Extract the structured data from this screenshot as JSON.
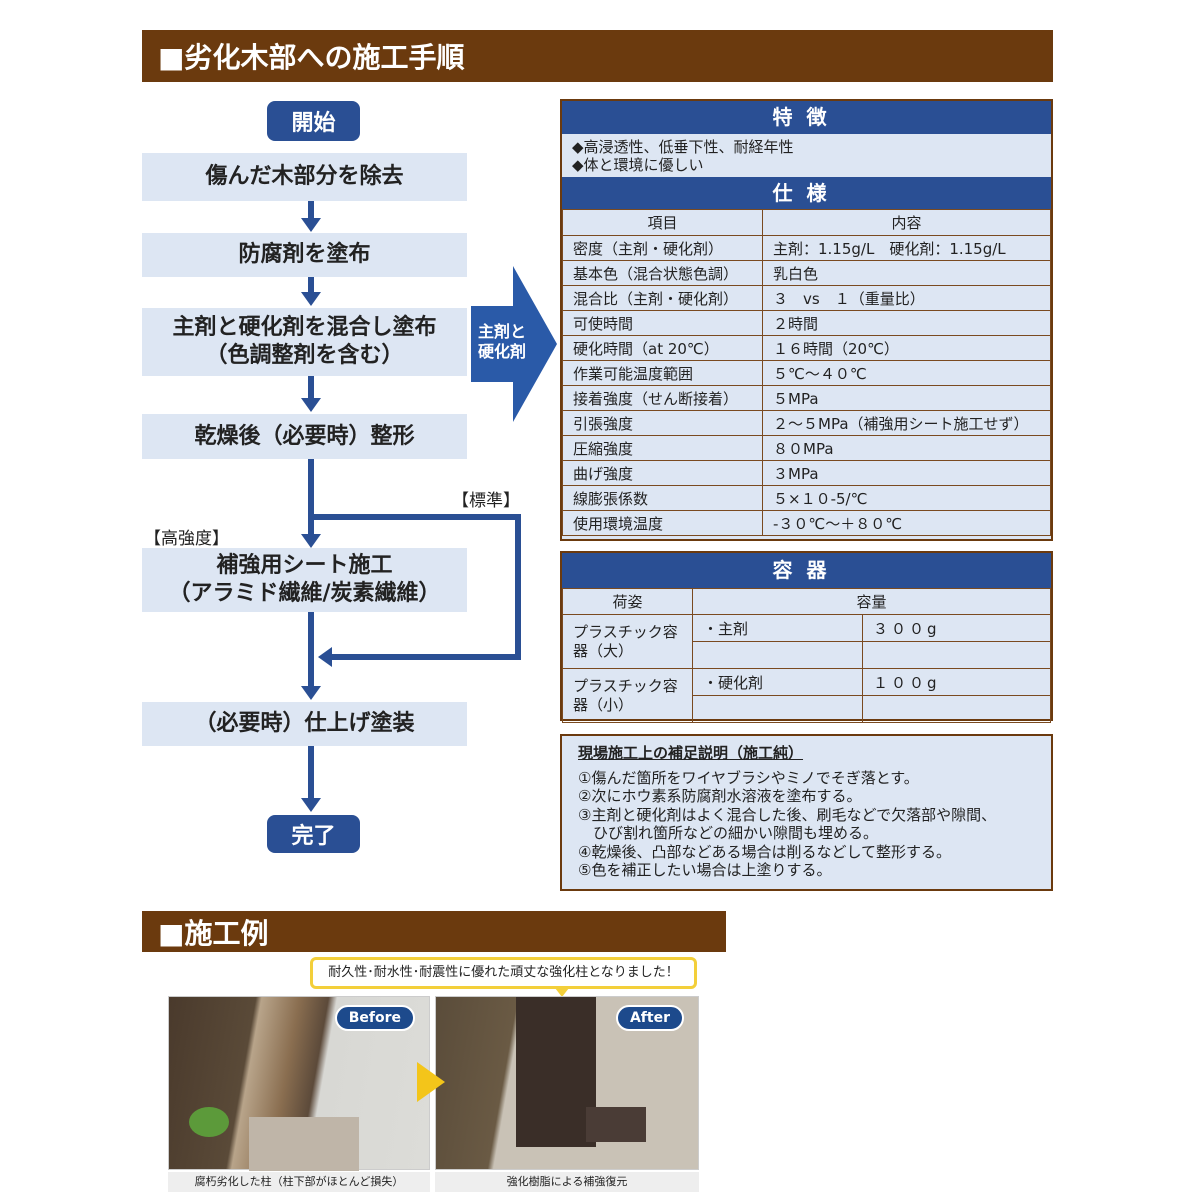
{
  "procedure": {
    "title": "■劣化木部への施工手順",
    "start": "開始",
    "end": "完了",
    "steps": [
      [
        "傷んだ木部分を除去"
      ],
      [
        "防腐剤を塗布"
      ],
      [
        "主剤と硬化剤を混合し塗布",
        "（色調整剤を含む）"
      ],
      [
        "乾燥後（必要時）整形"
      ],
      [
        "補強用シート施工",
        "（アラミド繊維/炭素繊維）"
      ],
      [
        "（必要時）仕上げ塗装"
      ]
    ],
    "label_standard": "【標準】",
    "label_high": "【高強度】",
    "arrow_label": [
      "主剤と",
      "硬化剤"
    ]
  },
  "features": {
    "title": "特徴",
    "items": [
      "◆高浸透性、低垂下性、耐経年性",
      "◆体と環境に優しい"
    ]
  },
  "spec": {
    "title": "仕様",
    "headers": [
      "項目",
      "内容"
    ],
    "rows": [
      [
        "密度（主剤・硬化剤）",
        "主剤：1.15g/L　硬化剤：1.15g/L"
      ],
      [
        "基本色（混合状態色調）",
        "乳白色"
      ],
      [
        "混合比（主剤・硬化剤）",
        "３　vs　１（重量比）"
      ],
      [
        "可使時間",
        "２時間"
      ],
      [
        "硬化時間（at 20℃）",
        "１６時間（20℃）"
      ],
      [
        "作業可能温度範囲",
        "５℃～４０℃"
      ],
      [
        "接着強度（せん断接着）",
        "５MPa"
      ],
      [
        "引張強度",
        "２～５MPa（補強用シート施工せず）"
      ],
      [
        "圧縮強度",
        "８０MPa"
      ],
      [
        "曲げ強度",
        "３MPa"
      ],
      [
        "線膨張係数",
        "５×１０-5/℃"
      ],
      [
        "使用環境温度",
        "-３０℃～＋８０℃"
      ]
    ]
  },
  "container": {
    "title": "容器",
    "headers": [
      "荷姿",
      "容量"
    ],
    "rows": [
      {
        "name": "プラスチック容器（大）",
        "item": "・主剤",
        "amount": "３００g"
      },
      {
        "name": "プラスチック容器（小）",
        "item": "・硬化剤",
        "amount": "１００g"
      }
    ]
  },
  "notes": {
    "title": "現場施工上の補足説明（施工純）",
    "items": [
      "①傷んだ箇所をワイヤブラシやミノでそぎ落とす。",
      "②次にホウ素系防腐剤水溶液を塗布する。",
      "③主剤と硬化剤はよく混合した後、刷毛などで欠落部や隙間、",
      "　ひび割れ箇所などの細かい隙間も埋める。",
      "④乾燥後、凸部などある場合は削るなどして整形する。",
      "⑤色を補正したい場合は上塗りする。"
    ]
  },
  "example": {
    "title": "■施工例",
    "callout": "耐久性･耐水性･耐震性に優れた頑丈な強化柱となりました！",
    "before_badge": "Before",
    "after_badge": "After",
    "before_caption": "腐朽劣化した柱（柱下部がほとんど損失）",
    "after_caption": "強化樹脂による補強復元"
  }
}
